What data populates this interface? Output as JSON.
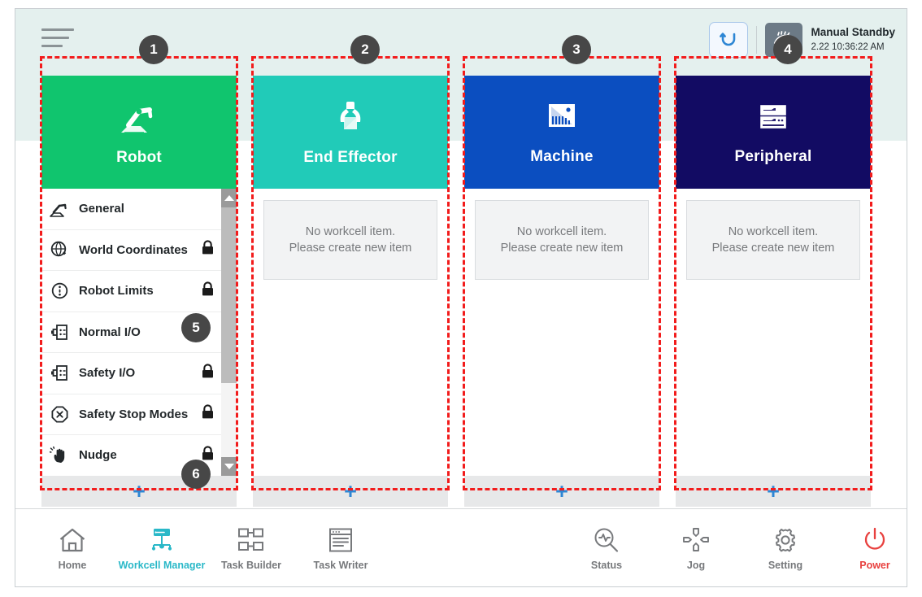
{
  "header": {
    "menu_icon": "hamburger-menu-icon",
    "reset_icon": "reset-circular-arrow-icon",
    "mode_icon": "manual-hand-icon",
    "status_title": "Manual Standby",
    "status_time": "2.22 10:36:22 AM"
  },
  "columns": [
    {
      "key": "robot",
      "title": "Robot",
      "icon": "robot-arm-icon",
      "color": "#10c56e",
      "type": "list"
    },
    {
      "key": "end_effector",
      "title": "End Effector",
      "icon": "gripper-icon",
      "color": "#21cbb8",
      "type": "placeholder",
      "placeholder_line1": "No workcell item.",
      "placeholder_line2": "Please create new item"
    },
    {
      "key": "machine",
      "title": "Machine",
      "icon": "machine-icon",
      "color": "#0b4ec0",
      "type": "placeholder",
      "placeholder_line1": "No workcell item.",
      "placeholder_line2": "Please create new item"
    },
    {
      "key": "peripheral",
      "title": "Peripheral",
      "icon": "server-rack-icon",
      "color": "#120b63",
      "type": "placeholder",
      "placeholder_line1": "No workcell item.",
      "placeholder_line2": "Please create new item"
    }
  ],
  "add_button_label": "+",
  "robot_list": [
    {
      "label": "General",
      "icon": "robot-arm-icon",
      "locked": false
    },
    {
      "label": "World Coordinates",
      "icon": "globe-coord-icon",
      "locked": true
    },
    {
      "label": "Robot Limits",
      "icon": "limits-circle-icon",
      "locked": true
    },
    {
      "label": "Normal I/O",
      "icon": "io-port-icon",
      "locked": false
    },
    {
      "label": "Safety I/O",
      "icon": "io-port-icon",
      "locked": true
    },
    {
      "label": "Safety Stop Modes",
      "icon": "stop-octagon-icon",
      "locked": true
    },
    {
      "label": "Nudge",
      "icon": "hand-nudge-icon",
      "locked": true
    }
  ],
  "nav": [
    {
      "label": "Home",
      "icon": "home-icon",
      "active": false,
      "power": false
    },
    {
      "label": "Workcell Manager",
      "icon": "workcell-manager-icon",
      "active": true,
      "power": false
    },
    {
      "label": "Task Builder",
      "icon": "task-builder-icon",
      "active": false,
      "power": false
    },
    {
      "label": "Task Writer",
      "icon": "task-writer-icon",
      "active": false,
      "power": false
    },
    {
      "label": "Status",
      "icon": "status-pulse-icon",
      "active": false,
      "power": false
    },
    {
      "label": "Jog",
      "icon": "jog-dpad-icon",
      "active": false,
      "power": false
    },
    {
      "label": "Setting",
      "icon": "gear-icon",
      "active": false,
      "power": false
    },
    {
      "label": "Power",
      "icon": "power-icon",
      "active": false,
      "power": true
    }
  ],
  "annotations": [
    {
      "number": "1"
    },
    {
      "number": "2"
    },
    {
      "number": "3"
    },
    {
      "number": "4"
    },
    {
      "number": "5"
    },
    {
      "number": "6"
    }
  ]
}
